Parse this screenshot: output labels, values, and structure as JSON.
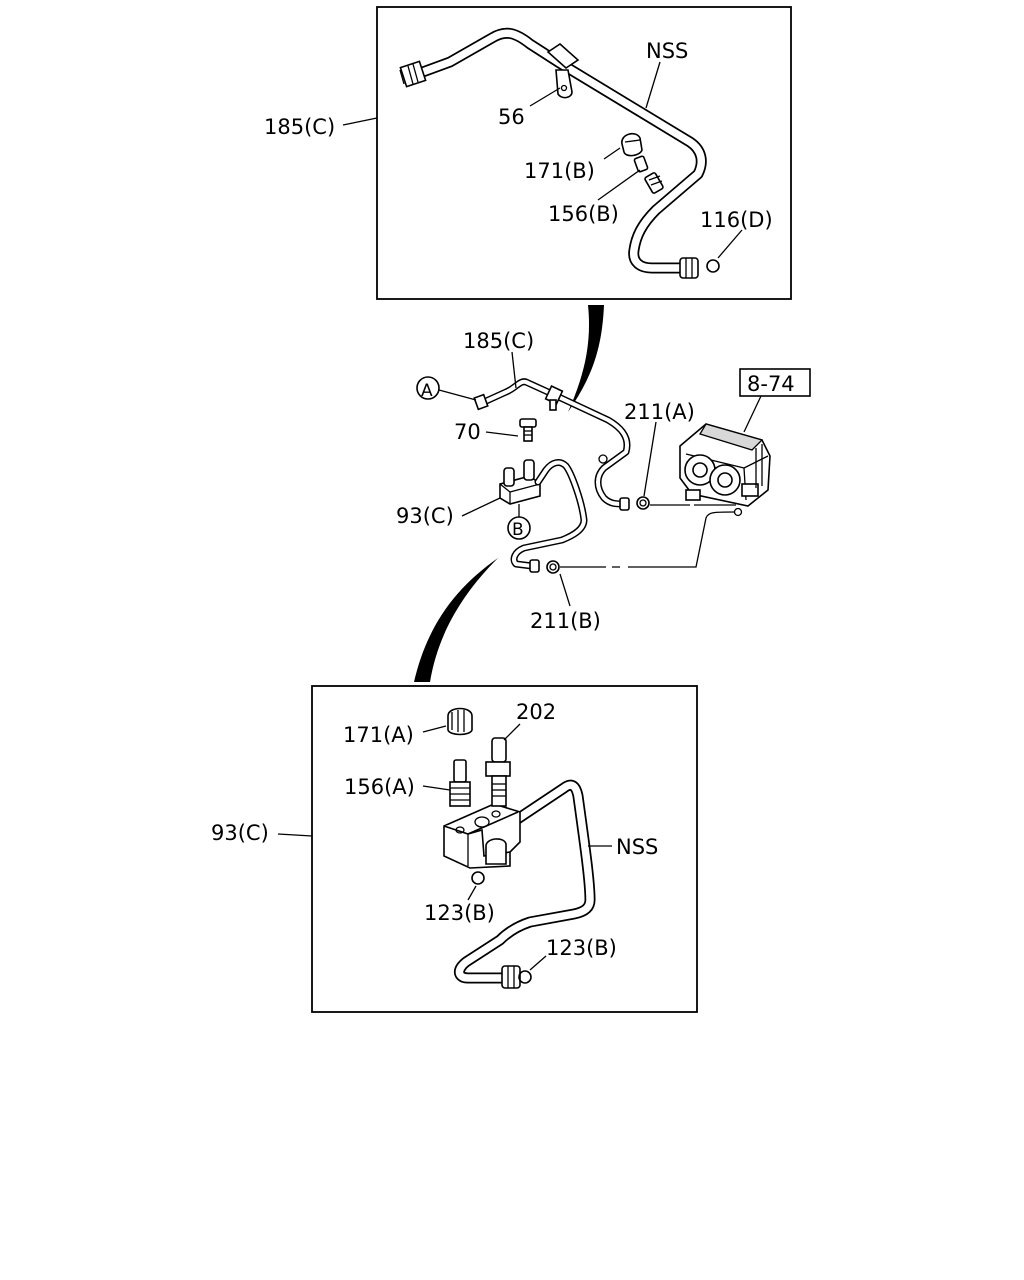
{
  "labels": {
    "top_nss": "NSS",
    "top_185c": "185(C)",
    "top_56": "56",
    "top_171b": "171(B)",
    "top_156b": "156(B)",
    "top_116d": "116(D)",
    "mid_185c": "185(C)",
    "mid_a": "A",
    "mid_70": "70",
    "mid_874": "8-74",
    "mid_211a": "211(A)",
    "mid_93c": "93(C)",
    "mid_b": "B",
    "mid_211b": "211(B)",
    "bot_171a": "171(A)",
    "bot_202": "202",
    "bot_156a": "156(A)",
    "bot_93c": "93(C)",
    "bot_nss": "NSS",
    "bot_123b_1": "123(B)",
    "bot_123b_2": "123(B)"
  }
}
